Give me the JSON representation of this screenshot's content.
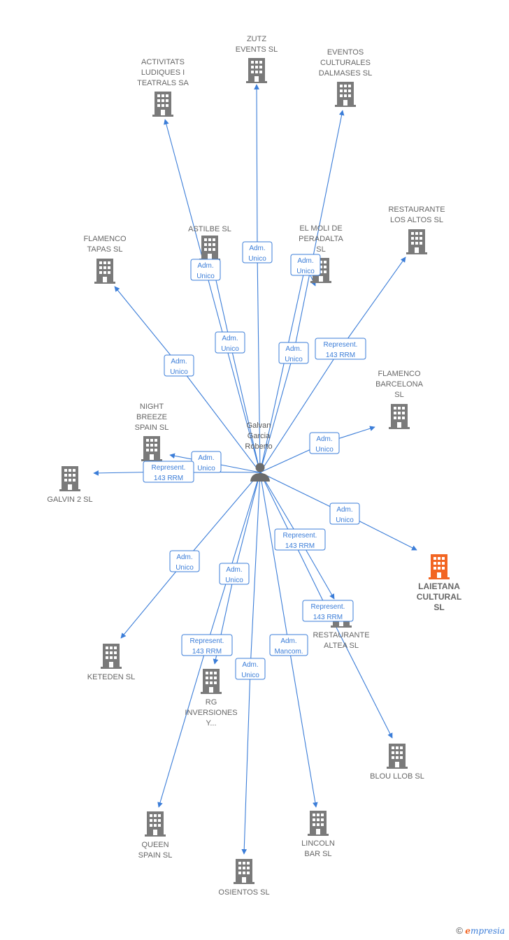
{
  "center": {
    "label": [
      "Galvan",
      "Garcia",
      "Roberto"
    ]
  },
  "colors": {
    "edge": "#3b7dd8",
    "building": "#7a7a7a",
    "highlight": "#f26522"
  },
  "nodes": [
    {
      "id": "zutz",
      "label": [
        "ZUTZ",
        "EVENTS SL"
      ]
    },
    {
      "id": "eventos",
      "label": [
        "EVENTOS",
        "CULTURALES",
        "DALMASES  SL"
      ]
    },
    {
      "id": "activitats",
      "label": [
        "ACTIVITATS",
        "LUDIQUES I",
        "TEATRALS SA"
      ]
    },
    {
      "id": "astilbe",
      "label": [
        "ASTILBE  SL"
      ]
    },
    {
      "id": "elmoli",
      "label": [
        "EL MOLI DE",
        "PERADALTA",
        "SL"
      ]
    },
    {
      "id": "restaurante_altos",
      "label": [
        "RESTAURANTE",
        "LOS ALTOS  SL"
      ]
    },
    {
      "id": "flamenco_tapas",
      "label": [
        "FLAMENCO",
        "TAPAS  SL"
      ]
    },
    {
      "id": "flamenco_bcn",
      "label": [
        "FLAMENCO",
        "BARCELONA",
        "SL"
      ]
    },
    {
      "id": "night_breeze",
      "label": [
        "NIGHT",
        "BREEZE",
        "SPAIN  SL"
      ]
    },
    {
      "id": "galvin2",
      "label": [
        "GALVIN 2 SL"
      ]
    },
    {
      "id": "laietana",
      "label": [
        "LAIETANA",
        "CULTURAL",
        "SL"
      ],
      "highlight": true
    },
    {
      "id": "keteden",
      "label": [
        "KETEDEN SL"
      ]
    },
    {
      "id": "restaurante_altea",
      "label": [
        "RESTAURANTE",
        "ALTEA  SL"
      ]
    },
    {
      "id": "rg",
      "label": [
        "RG",
        "INVERSIONES",
        "Y..."
      ]
    },
    {
      "id": "blou",
      "label": [
        "BLOU LLOB SL"
      ]
    },
    {
      "id": "queen",
      "label": [
        "QUEEN",
        "SPAIN SL"
      ]
    },
    {
      "id": "lincoln",
      "label": [
        "LINCOLN",
        "BAR  SL"
      ]
    },
    {
      "id": "osientos",
      "label": [
        "OSIENTOS SL"
      ]
    }
  ],
  "edges": [
    {
      "to": "zutz",
      "badge": [
        "Adm.",
        "Unico"
      ]
    },
    {
      "to": "eventos",
      "badge": [
        "Adm.",
        "Unico"
      ]
    },
    {
      "to": "activitats",
      "badge": [
        "Adm.",
        "Unico"
      ]
    },
    {
      "to": "astilbe",
      "badge": [
        "Adm.",
        "Unico"
      ]
    },
    {
      "to": "elmoli",
      "badge": [
        "Adm.",
        "Unico"
      ]
    },
    {
      "to": "restaurante_altos",
      "badge": [
        "Represent.",
        "143 RRM"
      ]
    },
    {
      "to": "flamenco_tapas",
      "badge": [
        "Adm.",
        "Unico"
      ]
    },
    {
      "to": "flamenco_bcn",
      "badge": [
        "Adm.",
        "Unico"
      ]
    },
    {
      "to": "night_breeze",
      "badge": [
        "Adm.",
        "Unico"
      ]
    },
    {
      "to": "galvin2",
      "badge": [
        "Represent.",
        "143 RRM"
      ]
    },
    {
      "to": "laietana",
      "badge": [
        "Adm.",
        "Unico"
      ]
    },
    {
      "to": "keteden",
      "badge": [
        "Adm.",
        "Unico"
      ]
    },
    {
      "to": "restaurante_altea",
      "badge": [
        "Represent.",
        "143 RRM"
      ]
    },
    {
      "to": "rg",
      "badge": [
        "Adm.",
        "Unico"
      ]
    },
    {
      "to": "blou",
      "badge": [
        "Represent.",
        "143 RRM"
      ]
    },
    {
      "to": "queen",
      "badge": [
        "Represent.",
        "143 RRM"
      ]
    },
    {
      "to": "lincoln",
      "badge": [
        "Adm.",
        "Mancom."
      ]
    },
    {
      "to": "osientos",
      "badge": [
        "Adm.",
        "Unico"
      ]
    }
  ],
  "footer": {
    "copyright": "©",
    "brand_e": "e",
    "brand_rest": "mpresia"
  }
}
